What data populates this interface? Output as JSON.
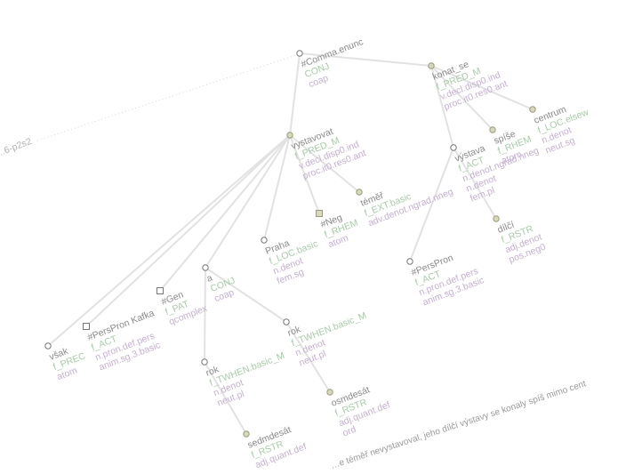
{
  "root_label": "...6-p2s2",
  "sentence": "…e téměř nevystavoval, jeho dílčí výstavy se konaly spíš mimo cent",
  "colors": {
    "edge": "#e2e2e2",
    "node_fill": "#d8d8bf",
    "node_stroke": "#9a9a7a",
    "lemma": "#8a8a8a",
    "functor": "#a9c9a9",
    "grammateme": "#c5b0cf"
  },
  "nodes": [
    {
      "id": "comma",
      "lemma": "#Comma.enunc",
      "functor": "CONJ",
      "gram": "coap",
      "shape": "circle-open"
    },
    {
      "id": "konat",
      "lemma": "konat_se",
      "functor": "f_PRED_M",
      "gram": "v.decl.disp0.ind proc.it0.res0.ant",
      "shape": "circle-filled"
    },
    {
      "id": "centrum",
      "lemma": "centrum",
      "functor": "f_LOC.elsew",
      "gram": "n.denot neut.sg",
      "shape": "circle-filled"
    },
    {
      "id": "spise",
      "lemma": "spíše",
      "functor": "f_RHEM",
      "gram": "atom",
      "shape": "circle-filled"
    },
    {
      "id": "vystava",
      "lemma": "výstava",
      "functor": "f_ACT",
      "gram": "n.denot.ngrad.nneg n.denot fem.pl",
      "shape": "circle-open"
    },
    {
      "id": "dilci",
      "lemma": "dílčí",
      "functor": "f_RSTR",
      "gram": "adj.denot pos.neg0",
      "shape": "circle-filled"
    },
    {
      "id": "perspron2",
      "lemma": "#PersPron",
      "functor": "f_ACT",
      "gram": "n.pron.def.pers anim.sg.3.basic",
      "shape": "circle-open"
    },
    {
      "id": "vystavovat",
      "lemma": "vystavovat",
      "functor": "f_PRED_M",
      "gram": "v.decl.disp0.ind proc.it0.res0.ant",
      "shape": "circle-filled"
    },
    {
      "id": "temer",
      "lemma": "téměř",
      "functor": "f_EXT.basic",
      "gram": "adv.denot.ngrad.nneg",
      "shape": "circle-filled"
    },
    {
      "id": "neg",
      "lemma": "#Neg",
      "functor": "f_RHEM",
      "gram": "atom",
      "shape": "square-filled"
    },
    {
      "id": "praha",
      "lemma": "Praha",
      "functor": "f_LOC.basic",
      "gram": "n.denot fem.sg",
      "shape": "circle-open"
    },
    {
      "id": "a",
      "lemma": "a",
      "functor": "CONJ",
      "gram": "coap",
      "shape": "circle-open"
    },
    {
      "id": "rok2",
      "lemma": "rok",
      "functor": "f_TWHEN.basic_M",
      "gram": "n.denot neut.pl",
      "shape": "circle-open"
    },
    {
      "id": "osmdesat",
      "lemma": "osmdesát",
      "functor": "f_RSTR",
      "gram": "adj.quant.def ord",
      "shape": "circle-filled"
    },
    {
      "id": "rok1",
      "lemma": "rok",
      "functor": "f_TWHEN.basic_M",
      "gram": "n.denot neut.pl",
      "shape": "circle-open"
    },
    {
      "id": "sedmdesat",
      "lemma": "sedmdesát",
      "functor": "f_RSTR",
      "gram": "adj.quant.def",
      "shape": "circle-filled"
    },
    {
      "id": "gen",
      "lemma": "#Gen",
      "functor": "f_PAT",
      "gram": "qcomplex",
      "shape": "square-open"
    },
    {
      "id": "perspron1",
      "lemma": "#PersPron Kafka",
      "functor": "f_ACT",
      "gram": "n.pron.def.pers anim.sg.3.basic",
      "shape": "square-open"
    },
    {
      "id": "vsak",
      "lemma": "však",
      "functor": "f_PREC",
      "gram": "atom",
      "shape": "circle-open"
    }
  ],
  "edges": [
    [
      "comma",
      "konat"
    ],
    [
      "comma",
      "vystavovat"
    ],
    [
      "konat",
      "vystava"
    ],
    [
      "konat",
      "spise"
    ],
    [
      "konat",
      "centrum"
    ],
    [
      "vystava",
      "dilci"
    ],
    [
      "vystava",
      "perspron2"
    ],
    [
      "vystavovat",
      "temer"
    ],
    [
      "vystavovat",
      "neg"
    ],
    [
      "vystavovat",
      "praha"
    ],
    [
      "vystavovat",
      "a"
    ],
    [
      "vystavovat",
      "gen"
    ],
    [
      "vystavovat",
      "perspron1"
    ],
    [
      "vystavovat",
      "vsak"
    ],
    [
      "a",
      "rok1"
    ],
    [
      "a",
      "rok2"
    ],
    [
      "rok1",
      "sedmdesat"
    ],
    [
      "rok2",
      "osmdesat"
    ]
  ]
}
